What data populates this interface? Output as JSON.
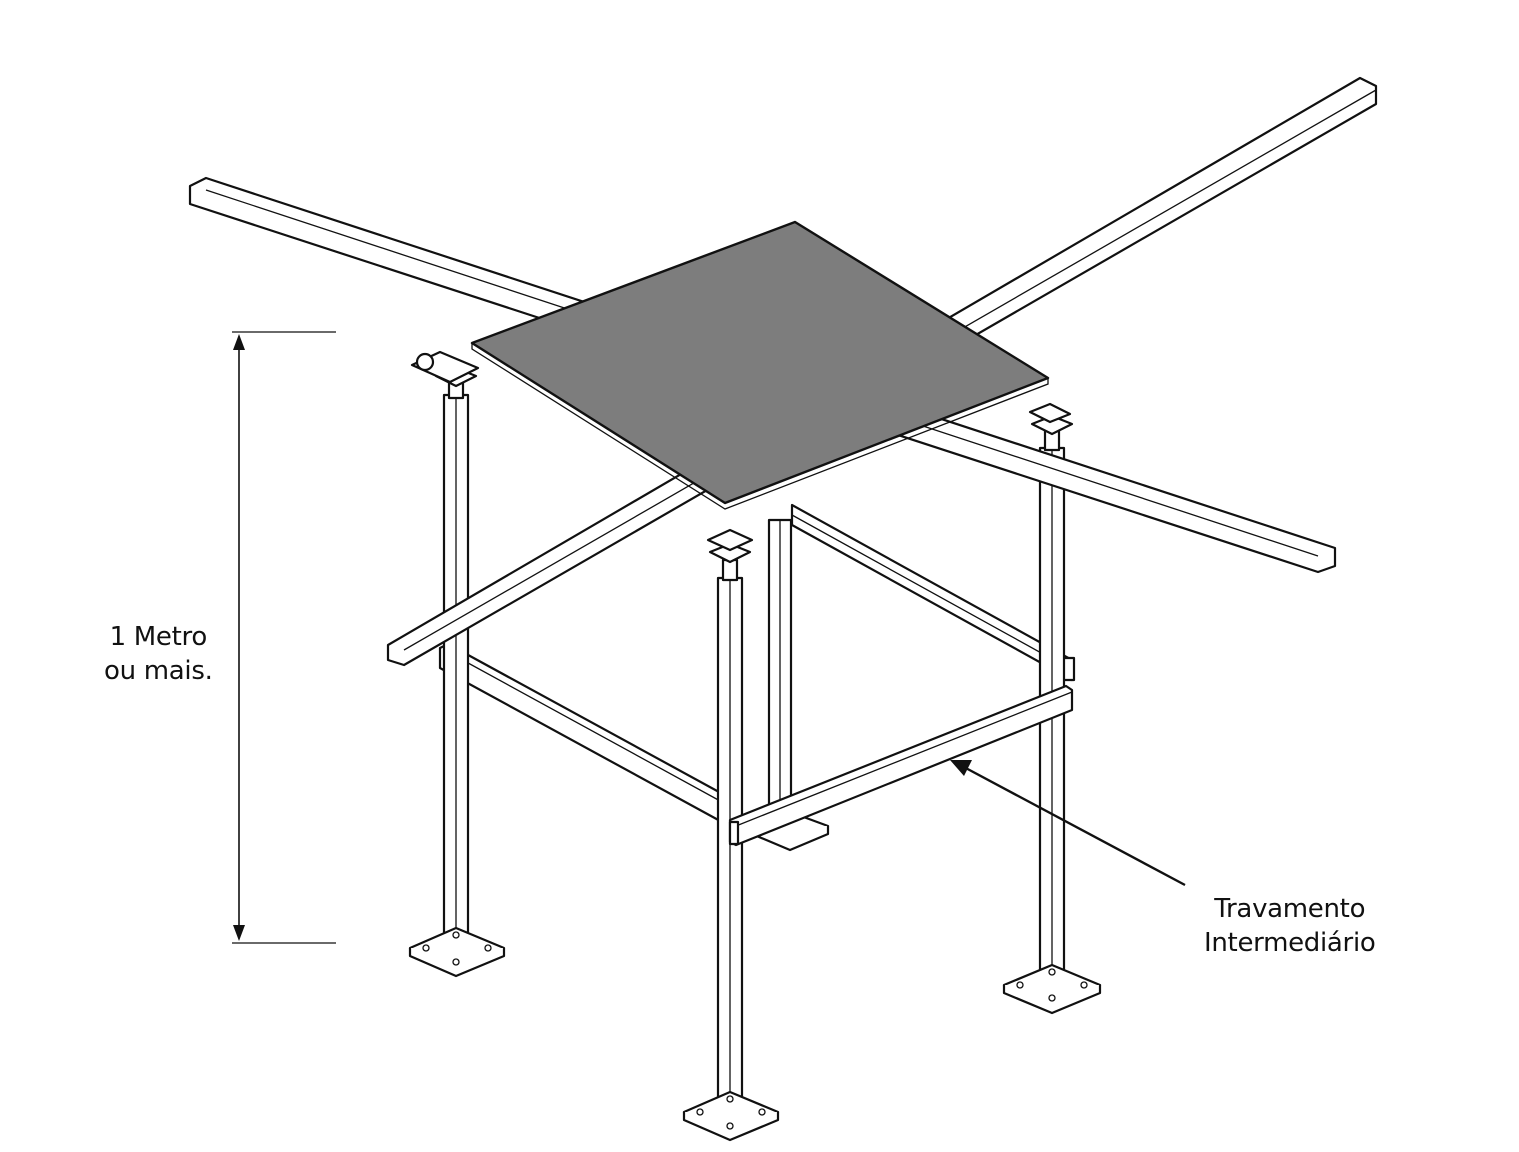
{
  "diagram": {
    "dimension_label_line1": "1 Metro",
    "dimension_label_line2": "ou mais.",
    "callout_label_line1": "Travamento",
    "callout_label_line2": "Intermediário",
    "colors": {
      "panel": "#7d7d7d",
      "stroke": "#111111",
      "background": "#ffffff"
    }
  }
}
